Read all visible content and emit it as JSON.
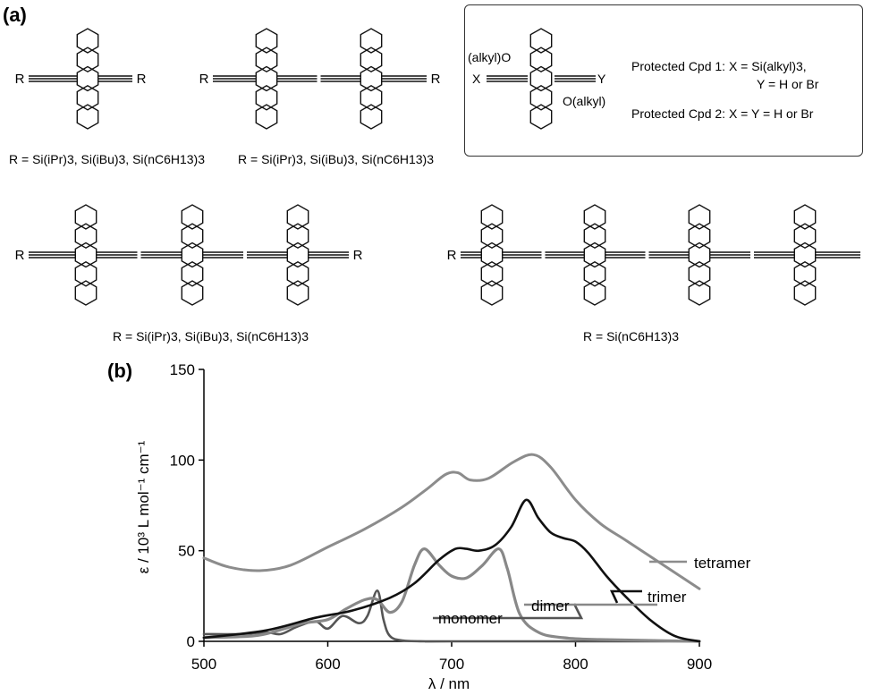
{
  "panel_a_label": "(a)",
  "panel_b_label": "(b)",
  "structures": {
    "monomer_caption": "R = Si(iPr)3, Si(iBu)3, Si(nC6H13)3",
    "dimer_caption": "R = Si(iPr)3, Si(iBu)3, Si(nC6H13)3",
    "trimer_caption": "R = Si(iPr)3, Si(iBu)3, Si(nC6H13)3",
    "tetramer_caption": "R = Si(nC6H13)3",
    "r_label": "R",
    "protected": {
      "substituent_top": "(alkyl)O",
      "substituent_bottom": "O(alkyl)",
      "x_label": "X",
      "y_label": "Y",
      "line1": "Protected Cpd 1: X = Si(alkyl)3,",
      "line2": "Y = H or Br",
      "line3": "Protected Cpd 2: X = Y = H or Br"
    }
  },
  "chart_data": {
    "type": "line",
    "xlabel": "λ / nm",
    "ylabel": "ε / 10³ L mol⁻¹ cm⁻¹",
    "xlim": [
      500,
      900
    ],
    "ylim": [
      0,
      150
    ],
    "xticks": [
      500,
      600,
      700,
      800,
      900
    ],
    "yticks": [
      0,
      50,
      100,
      150
    ],
    "grid": false,
    "series": [
      {
        "name": "monomer",
        "color": "#555555",
        "x": [
          500,
          530,
          550,
          562,
          575,
          590,
          600,
          612,
          625,
          632,
          640,
          645,
          650,
          660,
          680,
          700,
          900
        ],
        "y": [
          4,
          4,
          5,
          4,
          8,
          11,
          7,
          14,
          10,
          14,
          28,
          12,
          3,
          0.5,
          0,
          0,
          0
        ]
      },
      {
        "name": "dimer",
        "color": "#888888",
        "x": [
          500,
          540,
          560,
          580,
          600,
          615,
          630,
          640,
          650,
          660,
          670,
          678,
          690,
          700,
          712,
          725,
          738,
          745,
          755,
          770,
          790,
          820,
          900
        ],
        "y": [
          2,
          3,
          6,
          10,
          12,
          18,
          23,
          23,
          16,
          22,
          42,
          51,
          42,
          36,
          35,
          42,
          51,
          40,
          15,
          5,
          2,
          1,
          0
        ]
      },
      {
        "name": "trimer",
        "color": "#111111",
        "x": [
          500,
          550,
          590,
          620,
          650,
          670,
          690,
          703,
          712,
          722,
          735,
          748,
          760,
          770,
          780,
          790,
          800,
          810,
          825,
          840,
          860,
          880,
          900
        ],
        "y": [
          2,
          6,
          13,
          17,
          24,
          32,
          45,
          51,
          51,
          50,
          53,
          63,
          78,
          68,
          60,
          57,
          55,
          49,
          36,
          25,
          12,
          3,
          0
        ]
      },
      {
        "name": "tetramer",
        "color": "#8c8c8c",
        "x": [
          500,
          520,
          545,
          570,
          600,
          630,
          660,
          680,
          695,
          705,
          715,
          730,
          750,
          766,
          780,
          800,
          820,
          840,
          860,
          880,
          900
        ],
        "y": [
          46,
          41,
          39,
          42,
          52,
          62,
          74,
          84,
          92,
          93,
          89,
          90,
          99,
          103,
          96,
          78,
          65,
          56,
          47,
          38,
          29
        ]
      }
    ]
  }
}
